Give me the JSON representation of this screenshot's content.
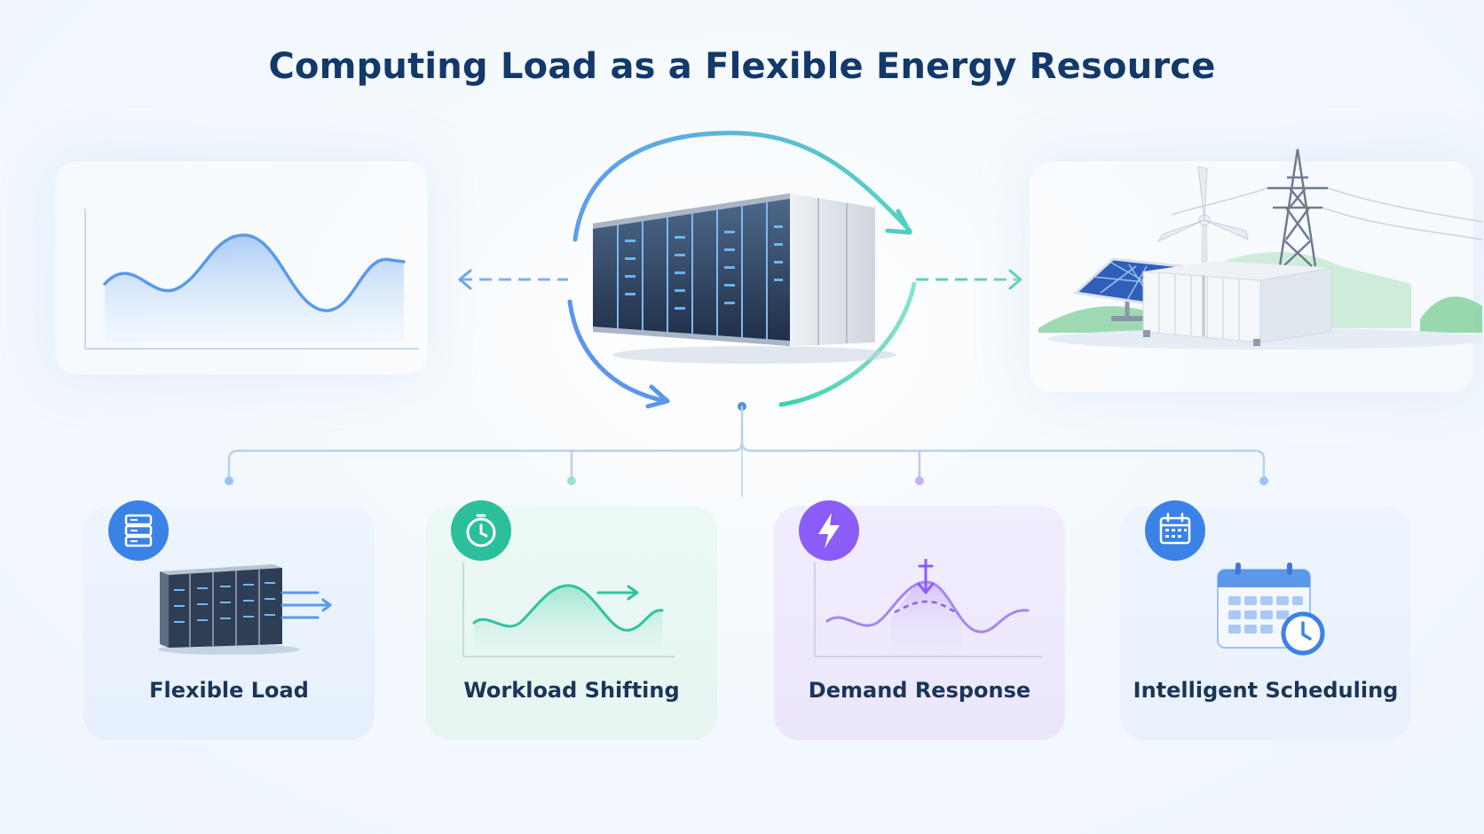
{
  "title": "Computing Load as a Flexible Energy Resource",
  "colors": {
    "title": "#13386a",
    "blue": "#3b82e6",
    "green": "#2bbf9c",
    "purple": "#8b5cf6",
    "connector": "#b8d0ec"
  },
  "top_row": {
    "left_panel_icon": "load-curve-chart-icon",
    "center_icon": "data-center-container-icon",
    "right_panel_icons": [
      "solar-panel-icon",
      "wind-turbine-icon",
      "transmission-tower-icon",
      "energy-storage-container-icon"
    ]
  },
  "cards": [
    {
      "label": "Flexible Load",
      "badge_icon": "server-stack-icon",
      "illustration": "server-rack-icon",
      "color": "#3b82e6"
    },
    {
      "label": "Workload Shifting",
      "badge_icon": "clock-icon",
      "illustration": "shifted-wave-chart-icon",
      "color": "#2bbf9c"
    },
    {
      "label": "Demand Response",
      "badge_icon": "lightning-icon",
      "illustration": "peak-reduction-chart-icon",
      "color": "#8b5cf6"
    },
    {
      "label": "Intelligent Scheduling",
      "badge_icon": "calendar-icon",
      "illustration": "calendar-clock-icon",
      "color": "#3b82e6"
    }
  ]
}
